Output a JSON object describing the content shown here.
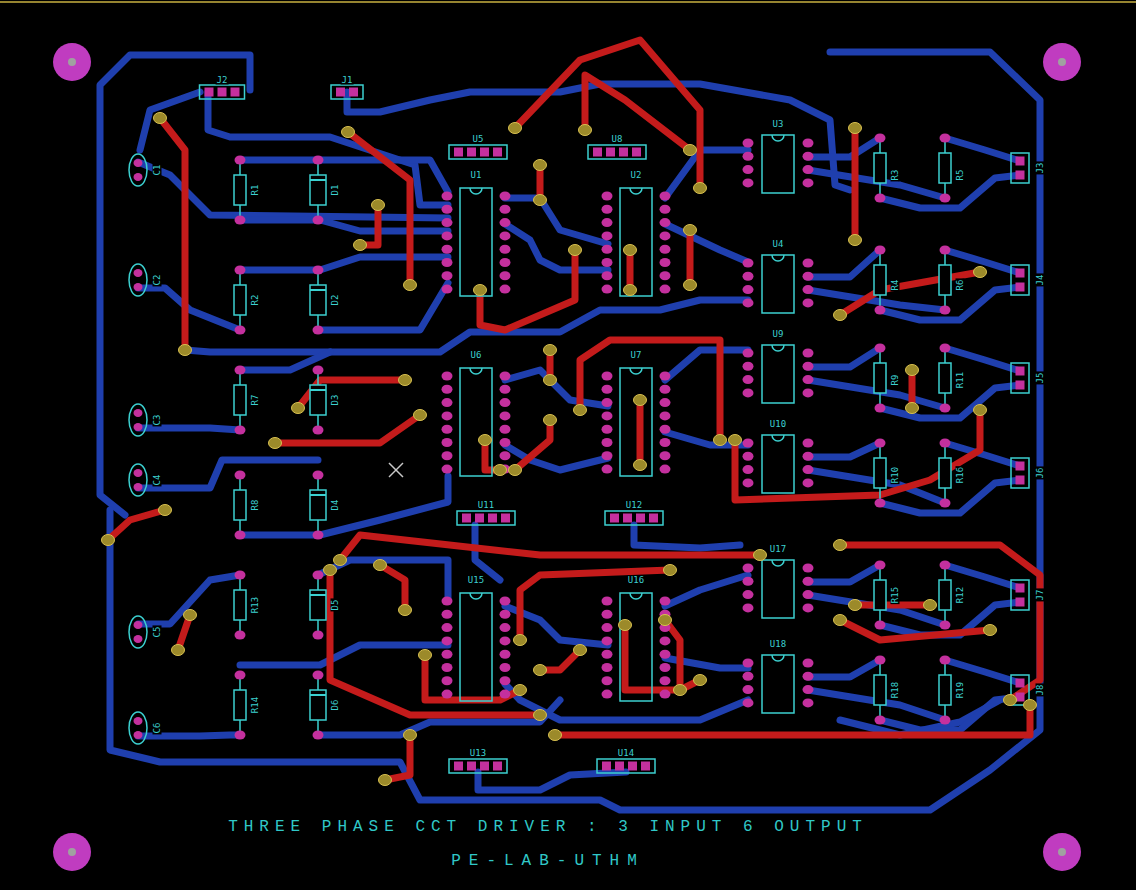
{
  "diagram": {
    "caption": "THREE PHASE CCT DRIVER : 3 INPUT 6 OUTPUT",
    "labels": [
      "J2",
      "J1",
      "U5",
      "U8",
      "U3",
      "C1",
      "R1",
      "D1",
      "U1",
      "U2",
      "R3",
      "R5",
      "J3",
      "U4",
      "C2",
      "R2",
      "D2",
      "R4",
      "R6",
      "J4",
      "U9",
      "U6",
      "U7",
      "R7",
      "D3",
      "R9",
      "R11",
      "J5",
      "C3",
      "U10",
      "C4",
      "R8",
      "D4",
      "R10",
      "R16",
      "J6",
      "U11",
      "U12",
      "U17",
      "U15",
      "U16",
      "R13",
      "D5",
      "R15",
      "R12",
      "J7",
      "C5",
      "U18",
      "R14",
      "D6",
      "R18",
      "R19",
      "J8",
      "C6",
      "U13",
      "U14",
      "PE-LAB-UTHM"
    ]
  }
}
